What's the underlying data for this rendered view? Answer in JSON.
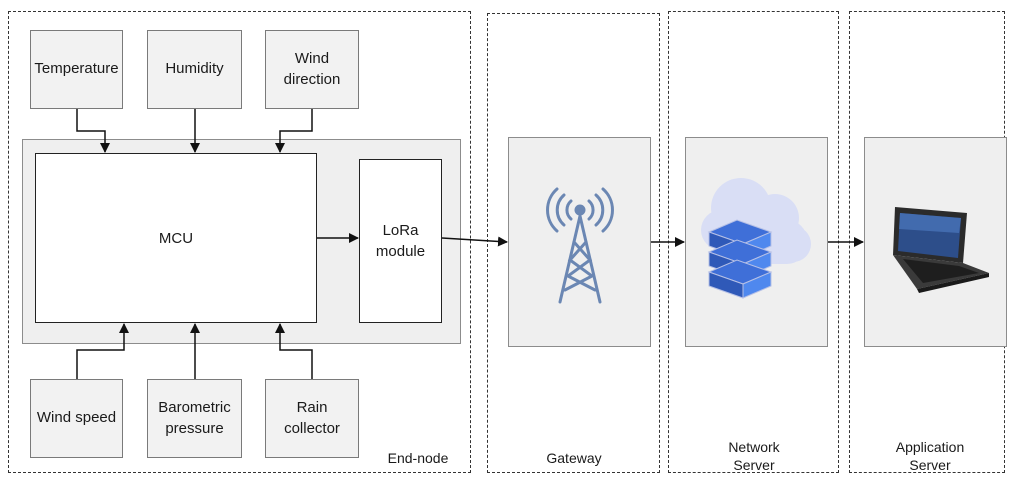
{
  "zones": {
    "end_node": "End-node",
    "gateway": "Gateway",
    "network_server": "Network\nServer",
    "application_server": "Application\nServer"
  },
  "sensors_top": [
    "Temperature",
    "Humidity",
    "Wind\ndirection"
  ],
  "sensors_bottom": [
    "Wind speed",
    "Barometric\npressure",
    "Rain\ncollector"
  ],
  "mcu": "MCU",
  "lora": "LoRa\nmodule",
  "icons": {
    "gateway": "antenna-tower-icon",
    "network_server": "cloud-server-icon",
    "application_server": "laptop-icon"
  },
  "colors": {
    "antenna": "#6b87b3",
    "server_blue": "#4a7de0",
    "cloud": "#d9def5"
  }
}
